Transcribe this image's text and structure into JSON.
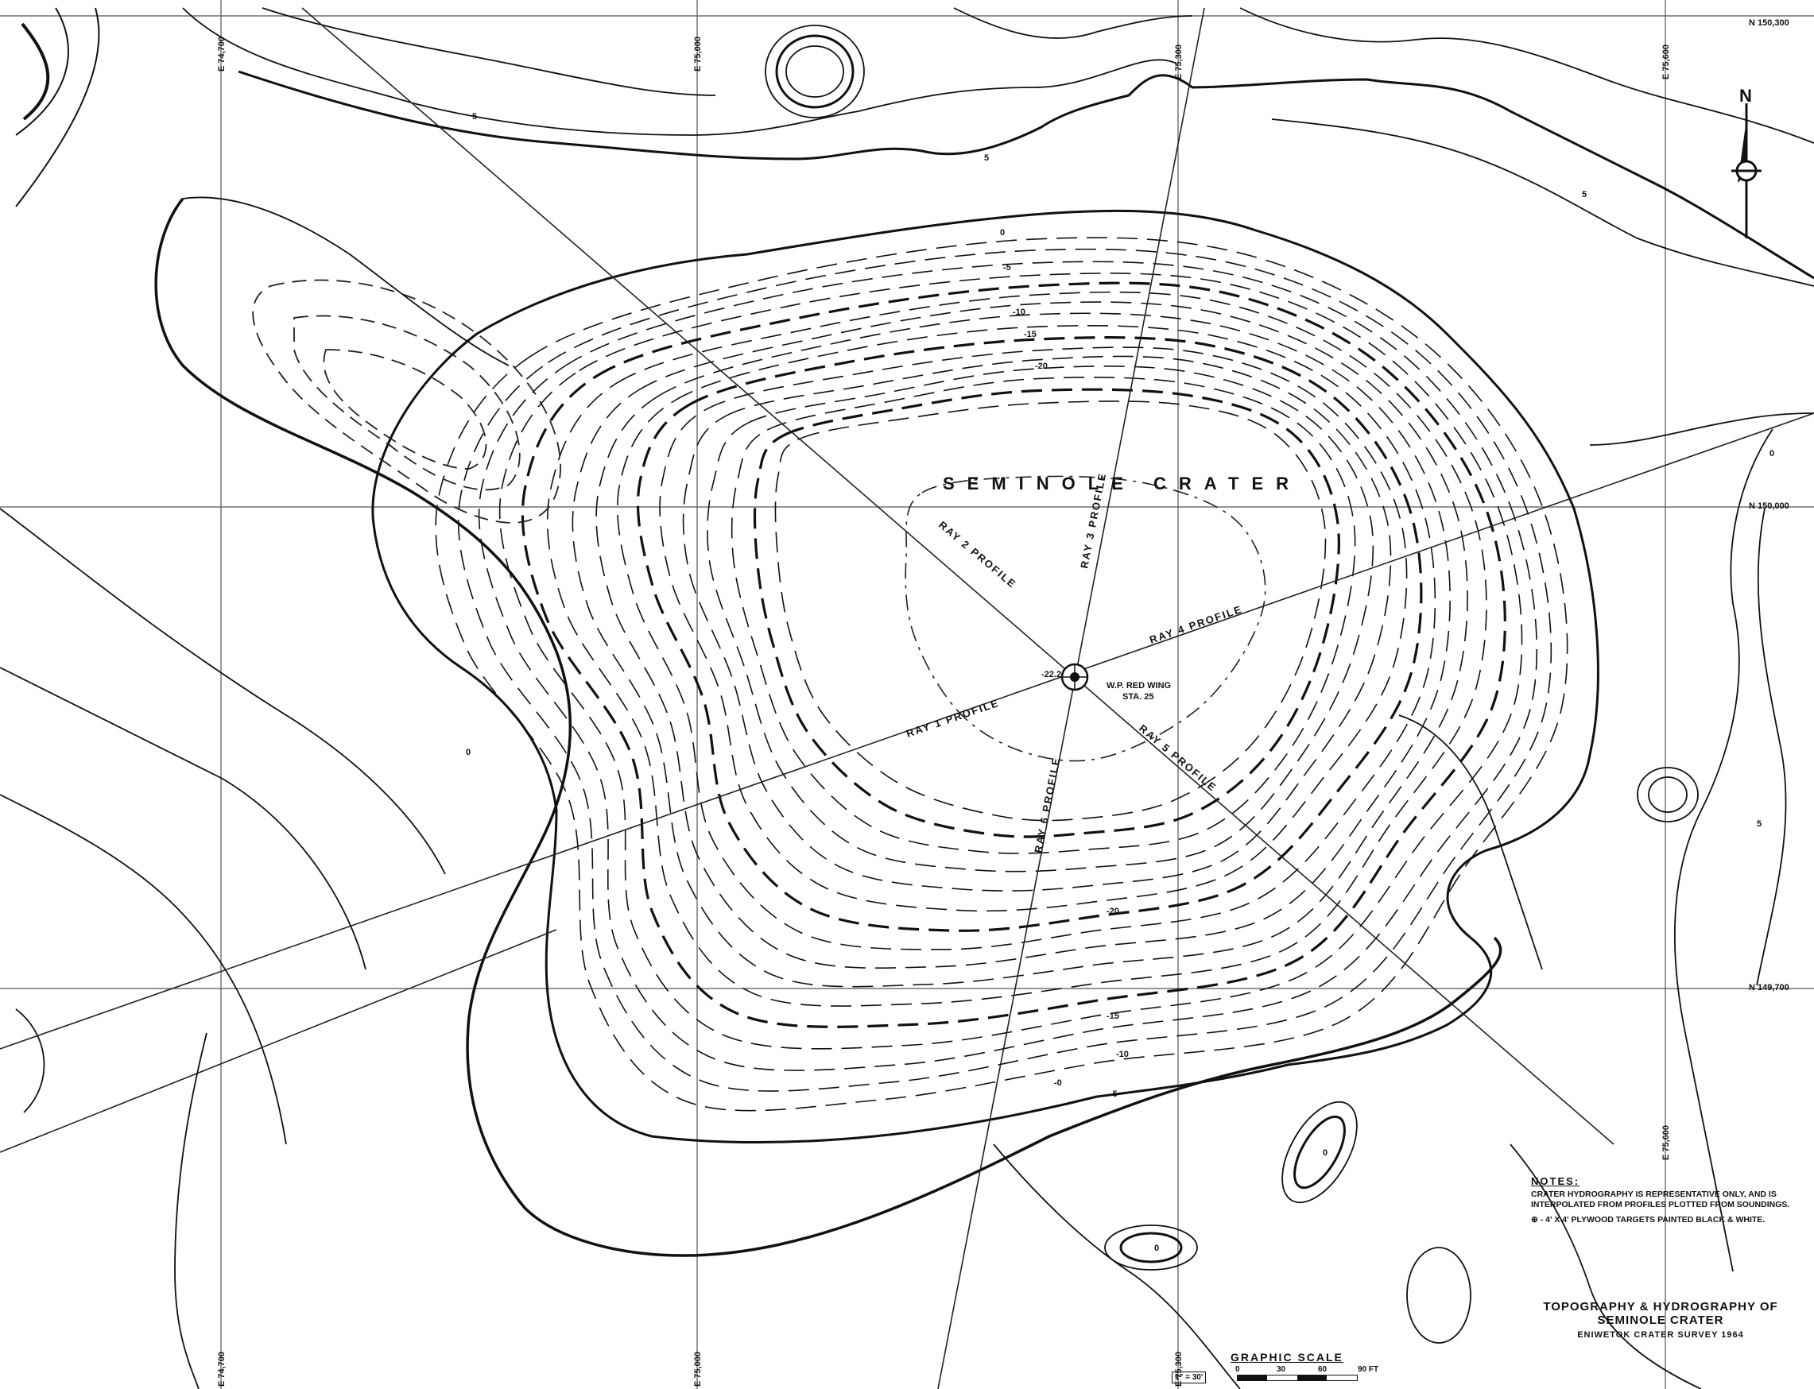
{
  "map": {
    "title": "SEMINOLE CRATER",
    "north_label": "N",
    "grid_labels": {
      "e_74700_top": "E 74,700",
      "e_75000_top": "E 75,000",
      "e_75300_top": "E 75,300",
      "e_75600_top": "E 75,600",
      "e_74700_bottom": "E 74,700",
      "e_75000_bottom": "E 75,000",
      "e_75300_bottom": "E 75,300",
      "e_75600_right": "E 75,600",
      "n_150300": "N 150,300",
      "n_150000": "N 150,000",
      "n_149700": "N 149,700"
    },
    "rays": {
      "ray1": "RAY 1 PROFILE",
      "ray2": "RAY 2 PROFILE",
      "ray3": "RAY 3 PROFILE",
      "ray4": "RAY 4 PROFILE",
      "ray5": "RAY 5 PROFILE",
      "ray6": "RAY 6 PROFILE"
    },
    "center": {
      "depth": "-22.2",
      "label": "W.P. RED WING",
      "station": "STA. 25"
    },
    "contour_values": {
      "v5_top_left": "5",
      "v5_top": "5",
      "v5_right": "5",
      "v0_top": "0",
      "vm5_top": "-5",
      "vm10_top": "-10",
      "vm15_top": "-15",
      "vm20_top": "-20",
      "v0_left": "0",
      "vm20_bottom": "-20",
      "vm15_bottom": "-15",
      "vm10_bottom": "-10",
      "vm5_bottom": "-5",
      "vm0_bottom": "-0",
      "v0_island": "0",
      "v0_lower": "0",
      "v5_right_side": "5",
      "v0_right": "0"
    }
  },
  "notes": {
    "heading": "NOTES:",
    "line1": "CRATER HYDROGRAPHY IS REPRESENTATIVE ONLY, AND IS INTERPOLATED FROM PROFILES PLOTTED FROM SOUNDINGS.",
    "line2": "⊕ - 4' X 4' PLYWOOD TARGETS PAINTED BLACK & WHITE."
  },
  "title_block": {
    "line1": "TOPOGRAPHY & HYDROGRAPHY OF",
    "line2": "SEMINOLE CRATER",
    "line3": "ENIWETOK CRATER SURVEY 1964"
  },
  "scale": {
    "heading": "GRAPHIC SCALE",
    "t0": "0",
    "t30": "30",
    "t60": "60",
    "t90": "90 FT",
    "ratio": "1\" = 30'"
  }
}
